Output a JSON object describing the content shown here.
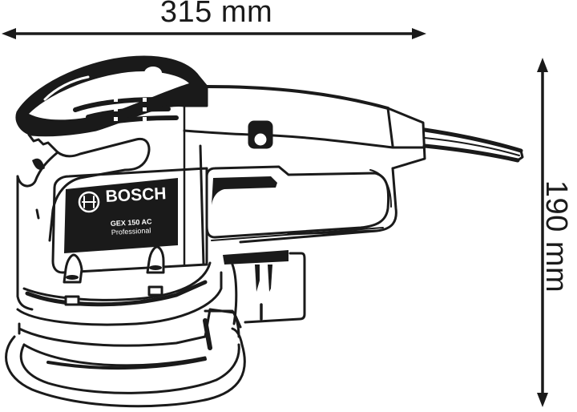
{
  "diagram": {
    "type": "product-dimension-drawing",
    "subject": "random orbit sander, side view line drawing"
  },
  "dimensions": {
    "width": {
      "value": 315,
      "unit": "mm",
      "label": "315 mm",
      "orientation": "horizontal"
    },
    "height": {
      "value": 190,
      "unit": "mm",
      "label": "190 mm",
      "orientation": "vertical"
    }
  },
  "product_label": {
    "brand": "BOSCH",
    "model": "GEX 150 AC",
    "line": "Professional",
    "logo": "bosch-armature-logo"
  },
  "colors": {
    "ink": "#1a1a1a",
    "background": "#ffffff",
    "label_plate": "#1a1a1a",
    "label_text": "#ffffff"
  }
}
